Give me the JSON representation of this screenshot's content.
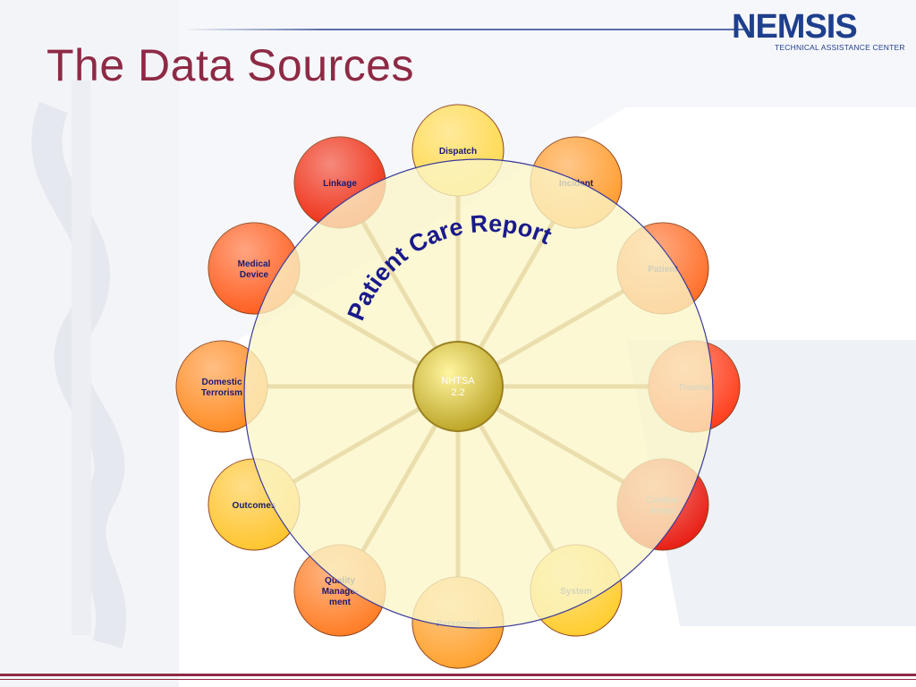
{
  "slide": {
    "title": "The Data Sources"
  },
  "logo": {
    "wordmark": "NEMSIS",
    "subtitle": "TECHNICAL ASSISTANCE CENTER"
  },
  "diagram": {
    "arc_text": "Patient Care Report",
    "center": {
      "lines": [
        "NHTSA",
        "2.2"
      ]
    },
    "nodes": [
      {
        "id": "dispatch",
        "lines": [
          "Dispatch"
        ],
        "fill": "#ffd84a",
        "label_color": "#1a1a6e"
      },
      {
        "id": "incident",
        "lines": [
          "Incident"
        ],
        "fill": "#ff9a2a",
        "label_color": "#1a1a6e"
      },
      {
        "id": "patient",
        "lines": [
          "Patient"
        ],
        "fill": "#ff6a22",
        "label_color": "#3a4a9a"
      },
      {
        "id": "trauma",
        "lines": [
          "Trauma"
        ],
        "fill": "#ff3a18",
        "label_color": "#5a6aa8"
      },
      {
        "id": "cardiac-arrest",
        "lines": [
          "Cardiac",
          "Arrest"
        ],
        "fill": "#e81a10",
        "label_color": "#7080b0"
      },
      {
        "id": "system",
        "lines": [
          "System"
        ],
        "fill": "#ffcc2a",
        "label_color": "#4a5a9a"
      },
      {
        "id": "personnel",
        "lines": [
          "Personnel"
        ],
        "fill": "#ffa02a",
        "label_color": "#6a7aa8"
      },
      {
        "id": "quality-management",
        "lines": [
          "Quality",
          "Manage-",
          "ment"
        ],
        "fill": "#ff7a20",
        "label_color": "#1a1a6e"
      },
      {
        "id": "outcomes",
        "lines": [
          "Outcomes"
        ],
        "fill": "#ffc42a",
        "label_color": "#1a1a6e"
      },
      {
        "id": "domestic-terrorism",
        "lines": [
          "Domestic",
          "Terrorism"
        ],
        "fill": "#ff8a20",
        "label_color": "#1a1a6e"
      },
      {
        "id": "medical-device",
        "lines": [
          "Medical",
          "Device"
        ],
        "fill": "#ff5a1a",
        "label_color": "#1a1a6e"
      },
      {
        "id": "linkage",
        "lines": [
          "Linkage"
        ],
        "fill": "#ee2a10",
        "label_color": "#1a1a6e"
      }
    ],
    "colors": {
      "ring_fill": "#fbf6c8",
      "ring_stroke": "#3a3a9a",
      "spoke": "#b08850",
      "center_fill": "#d8c040",
      "arc_text": "#1a1a8c"
    }
  }
}
